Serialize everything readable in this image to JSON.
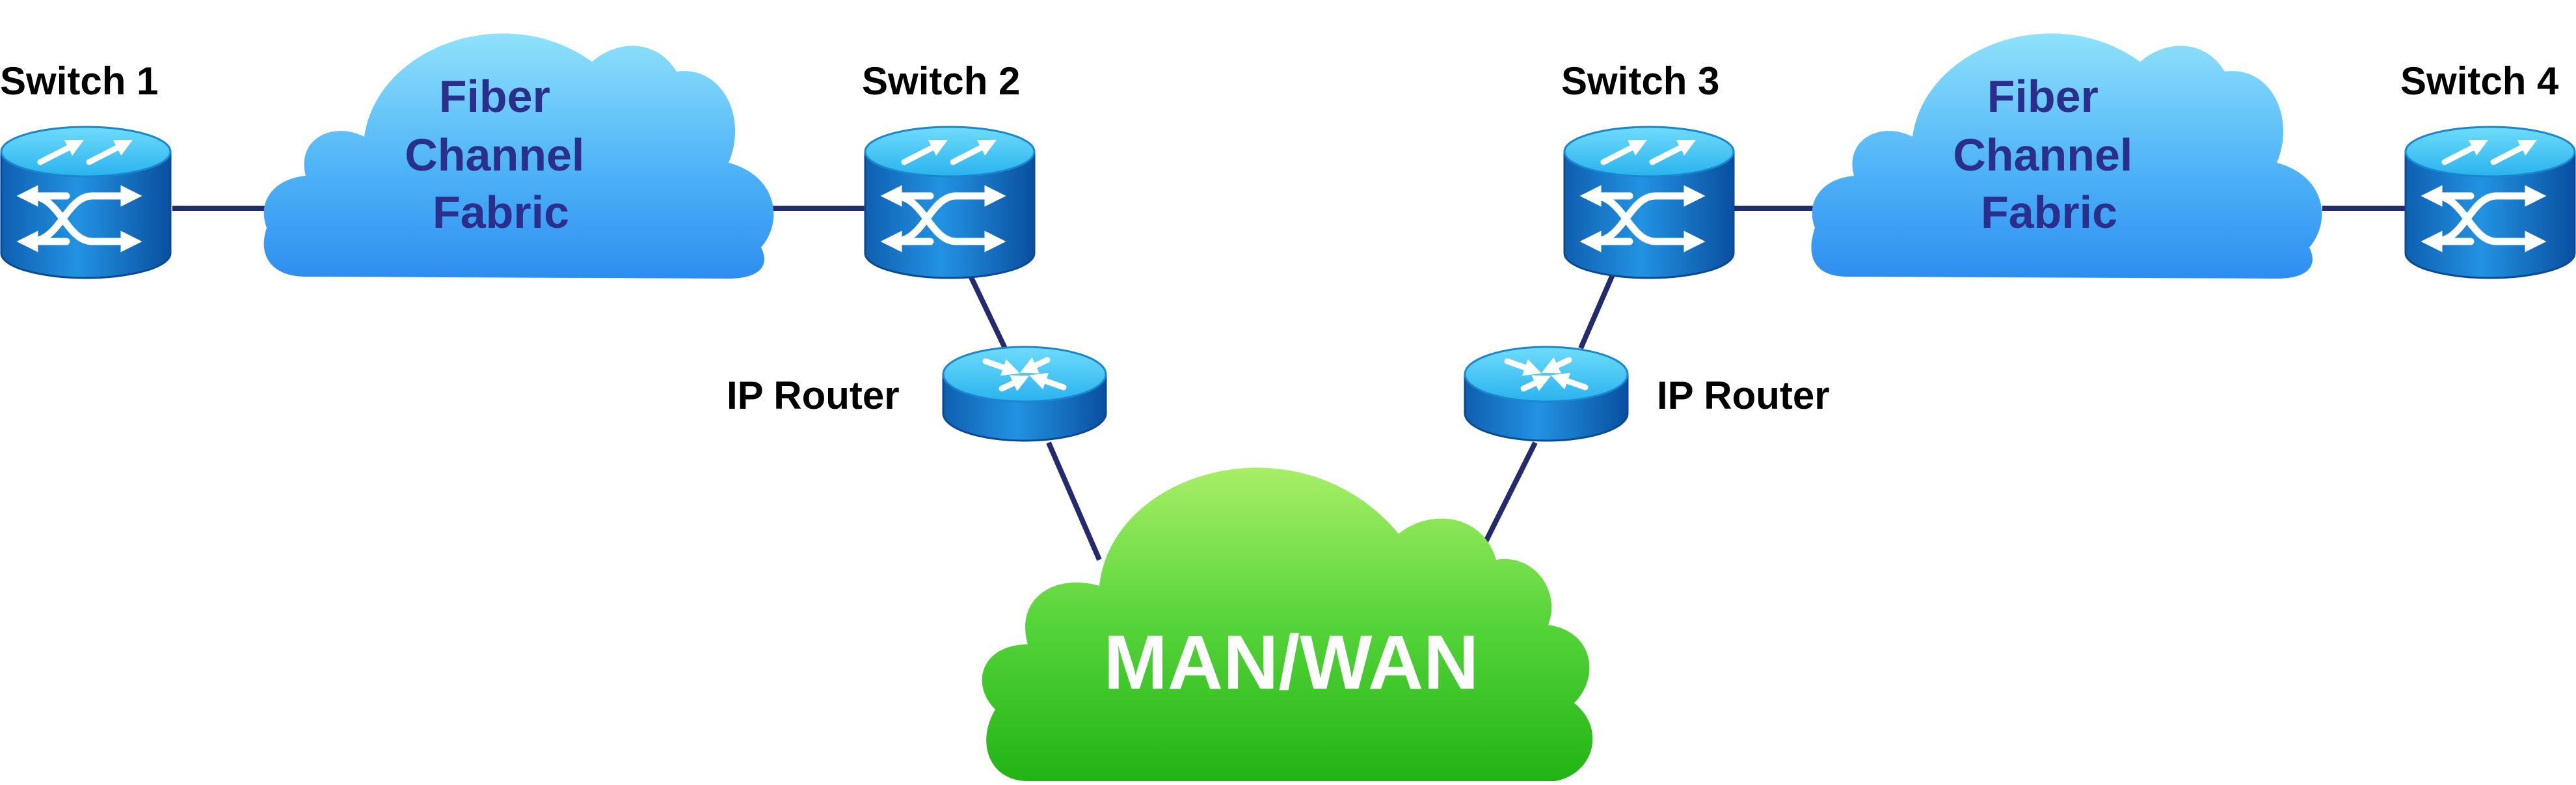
{
  "diagram": {
    "switches": [
      {
        "label": "Switch 1",
        "icon": "fc-switch-icon"
      },
      {
        "label": "Switch 2",
        "icon": "fc-switch-icon"
      },
      {
        "label": "Switch 3",
        "icon": "fc-switch-icon"
      },
      {
        "label": "Switch 4",
        "icon": "fc-switch-icon"
      }
    ],
    "routers": [
      {
        "label": "IP Router",
        "icon": "router-icon"
      },
      {
        "label": "IP Router",
        "icon": "router-icon"
      }
    ],
    "fabric_clouds": [
      {
        "lines": [
          "Fiber",
          "Channel",
          "Fabric"
        ]
      },
      {
        "lines": [
          "Fiber",
          "Channel",
          "Fabric"
        ]
      }
    ],
    "wan_cloud": {
      "label": "MAN/WAN"
    },
    "colors": {
      "fabric_cloud": "#3a9df5",
      "fabric_text": "#2b2f8c",
      "wan_cloud": "#3fc22a",
      "device_body": "#1a7fd0",
      "device_top": "#3cc8f5",
      "link": "#232a6e"
    }
  }
}
